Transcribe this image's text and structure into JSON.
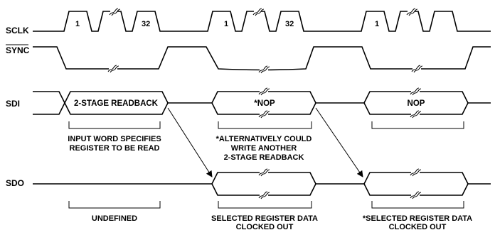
{
  "signals": {
    "sclk": "SCLK",
    "sync": "SYNC",
    "sdi": "SDI",
    "sdo": "SDO"
  },
  "pulses": {
    "f1_first": "1",
    "f1_last": "32",
    "f2_first": "1",
    "f2_last": "32",
    "f3_first": "1"
  },
  "sdi": {
    "frame1": "2-STAGE READBACK",
    "frame2": "*NOP",
    "frame3": "NOP"
  },
  "notes": {
    "input_word_1": "INPUT WORD SPECIFIES",
    "input_word_2": "REGISTER TO BE READ",
    "alt_1": "*ALTERNATIVELY COULD",
    "alt_2": "WRITE ANOTHER",
    "alt_3": "2-STAGE READBACK",
    "undefined": "UNDEFINED",
    "sel_1": "SELECTED REGISTER DATA",
    "sel_2": "CLOCKED OUT",
    "sel2_1": "*SELECTED REGISTER DATA",
    "sel2_2": "CLOCKED OUT"
  }
}
